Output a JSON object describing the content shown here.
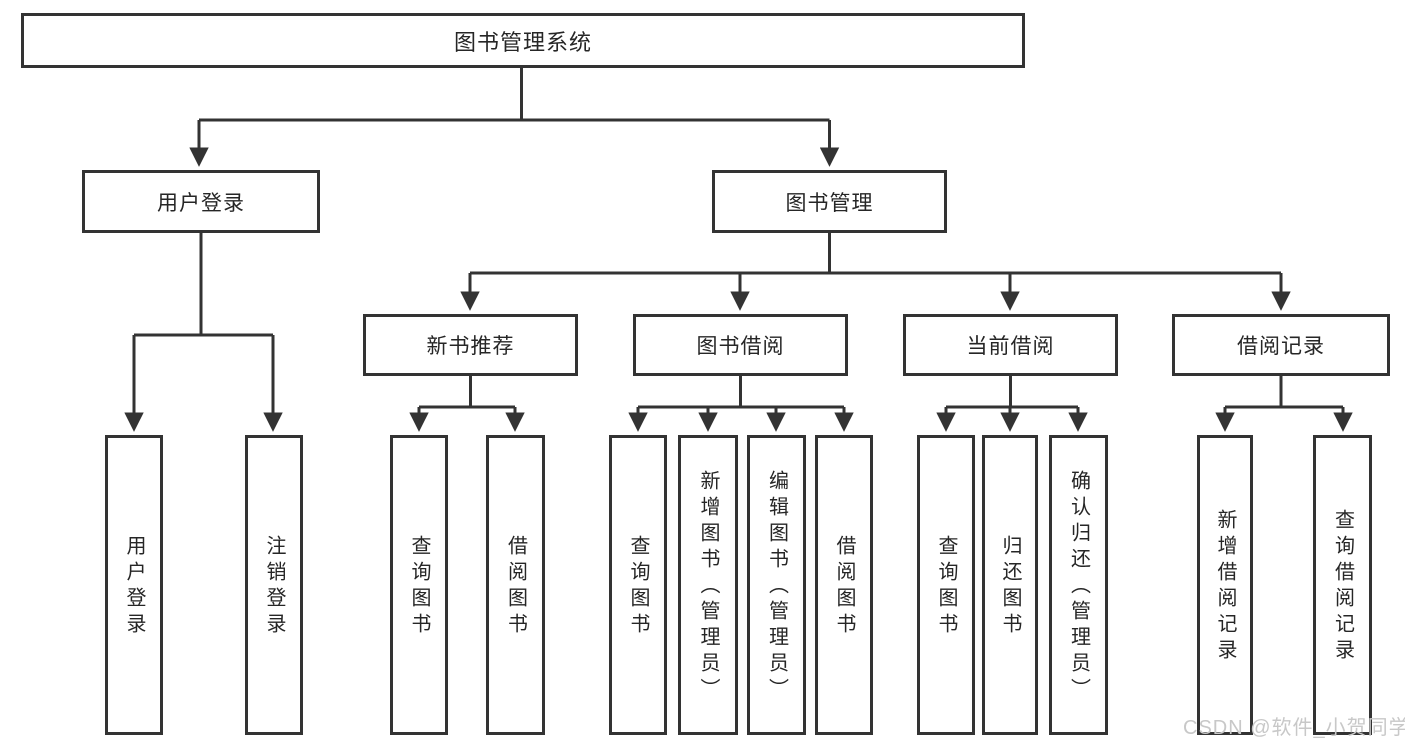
{
  "title": "图书管理系统",
  "watermark": "CSDN @软件_小贺同学",
  "colors": {
    "line": "#333333",
    "box_border": "#333333",
    "box_background": "#ffffff",
    "text": "#262626",
    "watermark": "#c8c8c8",
    "background": "#ffffff"
  },
  "chart_type": "tree-diagram",
  "tree": {
    "label": "图书管理系统",
    "children": [
      {
        "label": "用户登录",
        "children": [
          {
            "label": "用户登录"
          },
          {
            "label": "注销登录"
          }
        ]
      },
      {
        "label": "图书管理",
        "children": [
          {
            "label": "新书推荐",
            "children": [
              {
                "label": "查询图书"
              },
              {
                "label": "借阅图书"
              }
            ]
          },
          {
            "label": "图书借阅",
            "children": [
              {
                "label": "查询图书"
              },
              {
                "label": "新增图书（管理员）"
              },
              {
                "label": "编辑图书（管理员）"
              },
              {
                "label": "借阅图书"
              }
            ]
          },
          {
            "label": "当前借阅",
            "children": [
              {
                "label": "查询图书"
              },
              {
                "label": "归还图书"
              },
              {
                "label": "确认归还（管理员）"
              }
            ]
          },
          {
            "label": "借阅记录",
            "children": [
              {
                "label": "新增借阅记录"
              },
              {
                "label": "查询借阅记录"
              }
            ]
          }
        ]
      }
    ]
  }
}
